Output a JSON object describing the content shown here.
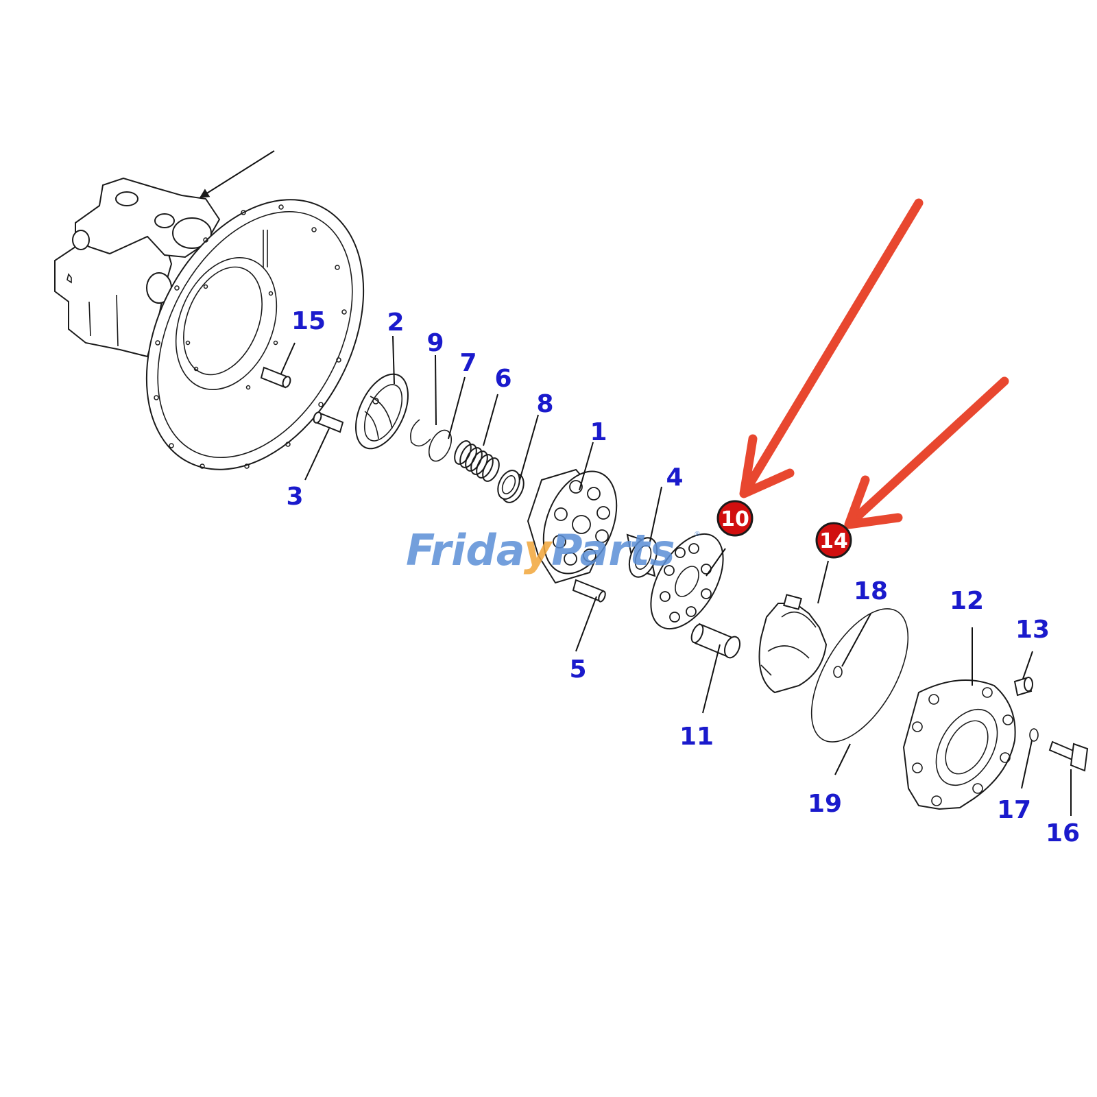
{
  "colors": {
    "callout_text": "#1a1acc",
    "highlight_fill": "#d10f0f",
    "highlight_ring": "#1a1a1a",
    "arrow": "#e8472f",
    "watermark_blue": "#5b8fd6",
    "watermark_orange": "#f2a63a",
    "line": "#1a1a1a"
  },
  "callouts": [
    {
      "id": "c1",
      "label": "1"
    },
    {
      "id": "c2",
      "label": "2"
    },
    {
      "id": "c3",
      "label": "3"
    },
    {
      "id": "c4",
      "label": "4"
    },
    {
      "id": "c5",
      "label": "5"
    },
    {
      "id": "c6",
      "label": "6"
    },
    {
      "id": "c7",
      "label": "7"
    },
    {
      "id": "c8",
      "label": "8"
    },
    {
      "id": "c9",
      "label": "9"
    },
    {
      "id": "c11",
      "label": "11"
    },
    {
      "id": "c12",
      "label": "12"
    },
    {
      "id": "c13",
      "label": "13"
    },
    {
      "id": "c15",
      "label": "15"
    },
    {
      "id": "c16",
      "label": "16"
    },
    {
      "id": "c17",
      "label": "17"
    },
    {
      "id": "c18",
      "label": "18"
    },
    {
      "id": "c19",
      "label": "19"
    }
  ],
  "highlighted_callouts": [
    {
      "id": "h10",
      "label": "10"
    },
    {
      "id": "h14",
      "label": "14"
    }
  ],
  "watermark": {
    "part1": "Frida",
    "part2": "y",
    "part3": "Parts",
    "registered": "®"
  },
  "icons": {
    "highlight_arrow": "red-arrow-icon",
    "pointer_arrow": "black-arrow-icon"
  }
}
